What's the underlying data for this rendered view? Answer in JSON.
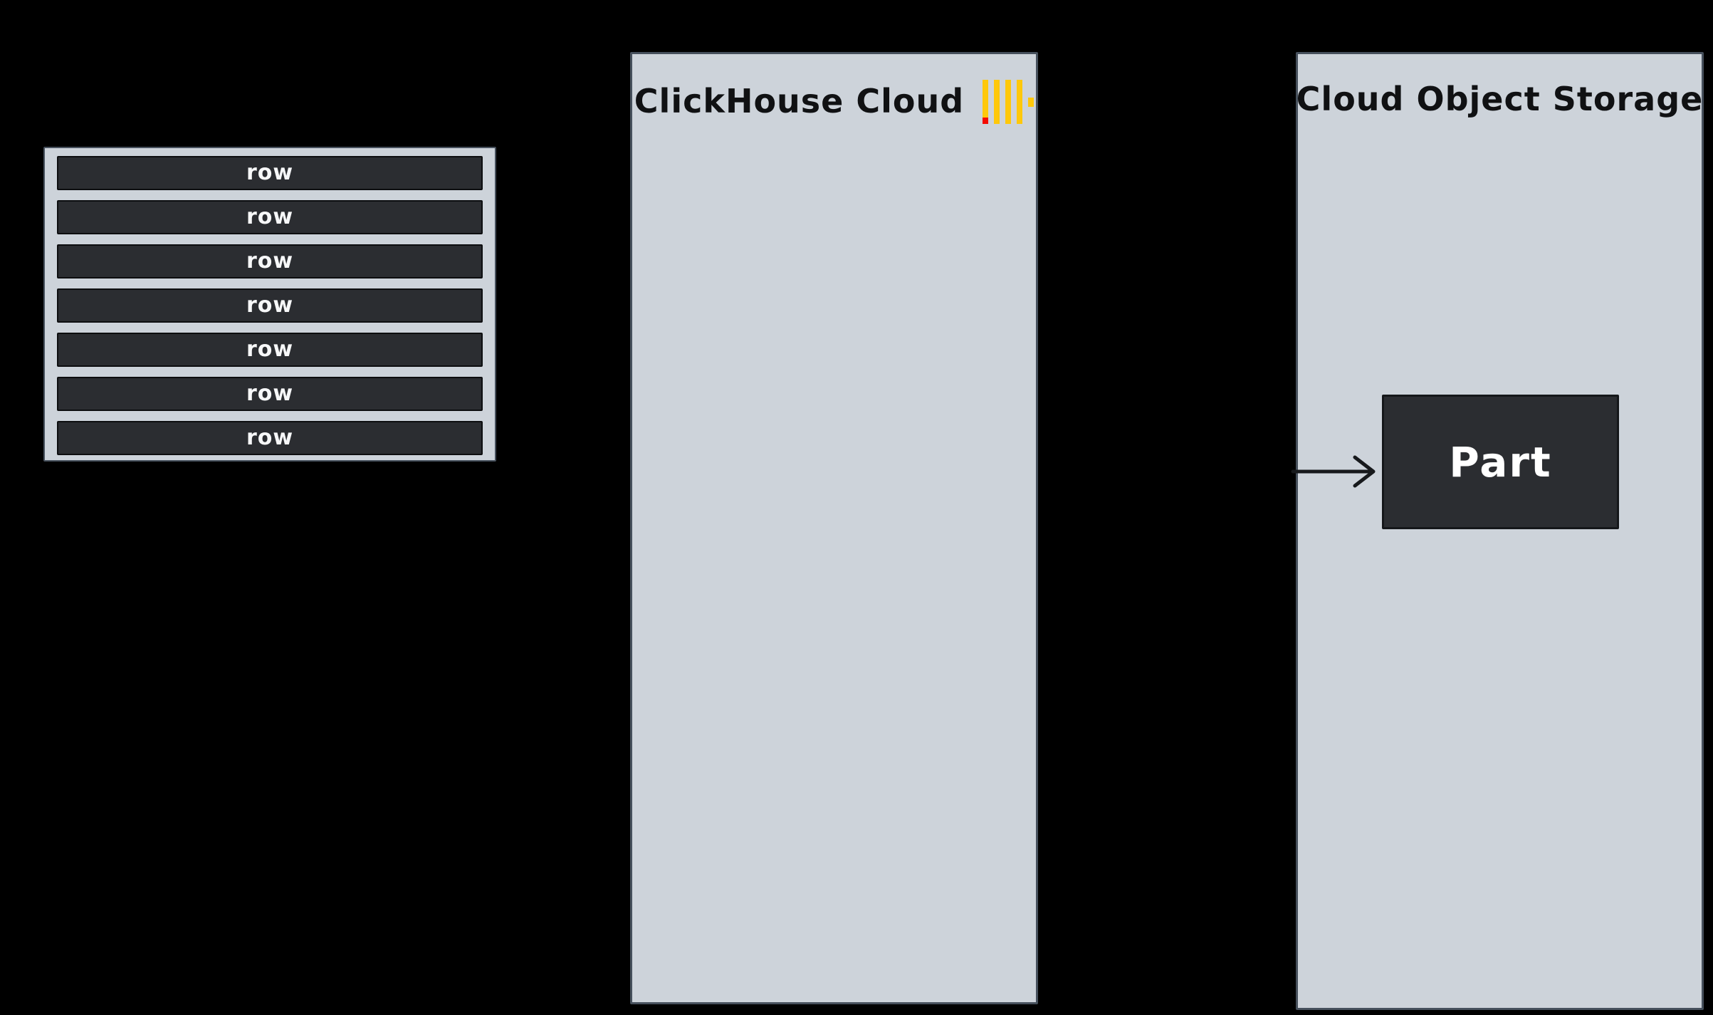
{
  "canvas": {
    "background": "#000000"
  },
  "colors": {
    "background": "#000000",
    "panel_fill": "#cdd3da",
    "panel_border": "#46505c",
    "row_fill": "#2b2d31",
    "row_border": "#0d0e10",
    "row_text": "#f7f8f9",
    "part_fill": "#2b2d31",
    "part_border": "#15171a",
    "part_text": "#ffffff",
    "title_text": "#101113",
    "logo_yellow": "#ffc80a",
    "logo_red": "#f40b01",
    "arrow": "#17191c"
  },
  "table": {
    "rows": [
      "row",
      "row",
      "row",
      "row",
      "row",
      "row",
      "row"
    ]
  },
  "clickhouse_panel": {
    "title": "ClickHouse Cloud"
  },
  "storage_panel": {
    "title": "Cloud Object Storage",
    "part_label": "Part"
  }
}
